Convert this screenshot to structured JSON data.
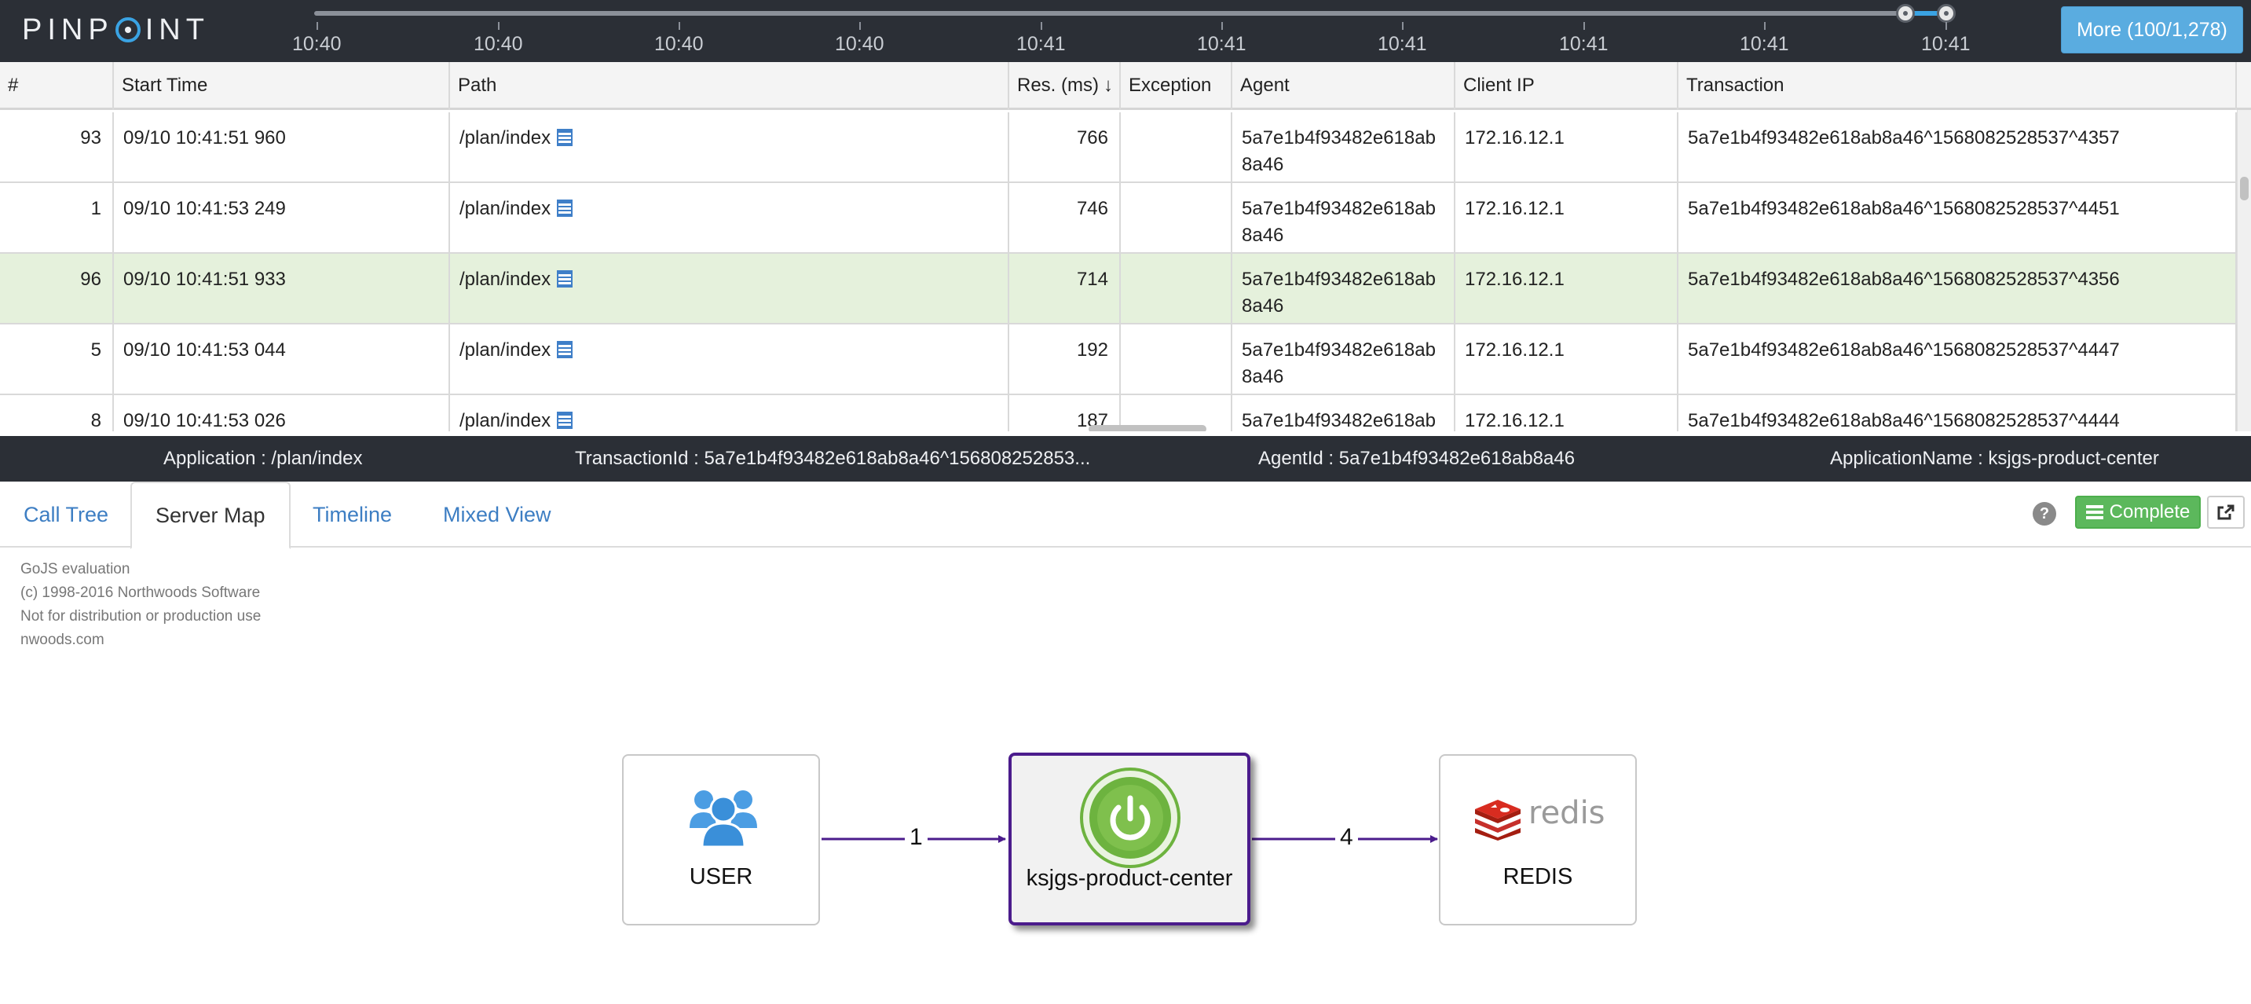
{
  "header": {
    "logo_text": "PINPOINT",
    "time_ticks": [
      "10:40",
      "10:40",
      "10:40",
      "10:40",
      "10:41",
      "10:41",
      "10:41",
      "10:41",
      "10:41",
      "10:41"
    ],
    "more_button": "More (100/1,278)"
  },
  "table": {
    "columns": [
      "#",
      "Start Time",
      "Path",
      "Res. (ms)",
      "Exception",
      "Agent",
      "Client IP",
      "Transaction"
    ],
    "sort_indicator": "↓",
    "rows": [
      {
        "num": "93",
        "start": "09/10 10:41:51 960",
        "path": "/plan/index",
        "res": "766",
        "exception": "",
        "agent": "5a7e1b4f93482e618ab8a46",
        "ip": "172.16.12.1",
        "tx": "5a7e1b4f93482e618ab8a46^1568082528537^4357"
      },
      {
        "num": "1",
        "start": "09/10 10:41:53 249",
        "path": "/plan/index",
        "res": "746",
        "exception": "",
        "agent": "5a7e1b4f93482e618ab8a46",
        "ip": "172.16.12.1",
        "tx": "5a7e1b4f93482e618ab8a46^1568082528537^4451"
      },
      {
        "num": "96",
        "start": "09/10 10:41:51 933",
        "path": "/plan/index",
        "res": "714",
        "exception": "",
        "agent": "5a7e1b4f93482e618ab8a46",
        "ip": "172.16.12.1",
        "tx": "5a7e1b4f93482e618ab8a46^1568082528537^4356"
      },
      {
        "num": "5",
        "start": "09/10 10:41:53 044",
        "path": "/plan/index",
        "res": "192",
        "exception": "",
        "agent": "5a7e1b4f93482e618ab8a46",
        "ip": "172.16.12.1",
        "tx": "5a7e1b4f93482e618ab8a46^1568082528537^4447"
      },
      {
        "num": "8",
        "start": "09/10 10:41:53 026",
        "path": "/plan/index",
        "res": "187",
        "exception": "",
        "agent": "5a7e1b4f93482e618ab",
        "ip": "172.16.12.1",
        "tx": "5a7e1b4f93482e618ab8a46^1568082528537^4444"
      }
    ]
  },
  "info_bar": {
    "application": "Application : /plan/index",
    "transaction_id": "TransactionId : 5a7e1b4f93482e618ab8a46^156808252853...",
    "agent_id": "AgentId : 5a7e1b4f93482e618ab8a46",
    "application_name": "ApplicationName : ksjgs-product-center"
  },
  "tabs": [
    "Call Tree",
    "Server Map",
    "Timeline",
    "Mixed View"
  ],
  "active_tab": "Server Map",
  "toolbar": {
    "help": "?",
    "complete_label": "Complete"
  },
  "gojs_notice": [
    "GoJS evaluation",
    "(c) 1998-2016 Northwoods Software",
    "Not for distribution or production use",
    "nwoods.com"
  ],
  "server_map": {
    "nodes": [
      {
        "label": "USER",
        "icon": "users-icon"
      },
      {
        "label": "ksjgs-product-center",
        "icon": "spring-power-icon"
      },
      {
        "label": "REDIS",
        "icon": "redis-logo",
        "logo_text": "redis"
      }
    ],
    "edges": [
      {
        "from": "USER",
        "to": "ksjgs-product-center",
        "count": "1"
      },
      {
        "from": "ksjgs-product-center",
        "to": "REDIS",
        "count": "4"
      }
    ],
    "edge_color": "#4b1c8c"
  },
  "colors": {
    "topbar": "#2b2f36",
    "accent_blue": "#3aa3e3",
    "selected_row": "#e5f1dc",
    "complete_green": "#5cb85c"
  }
}
